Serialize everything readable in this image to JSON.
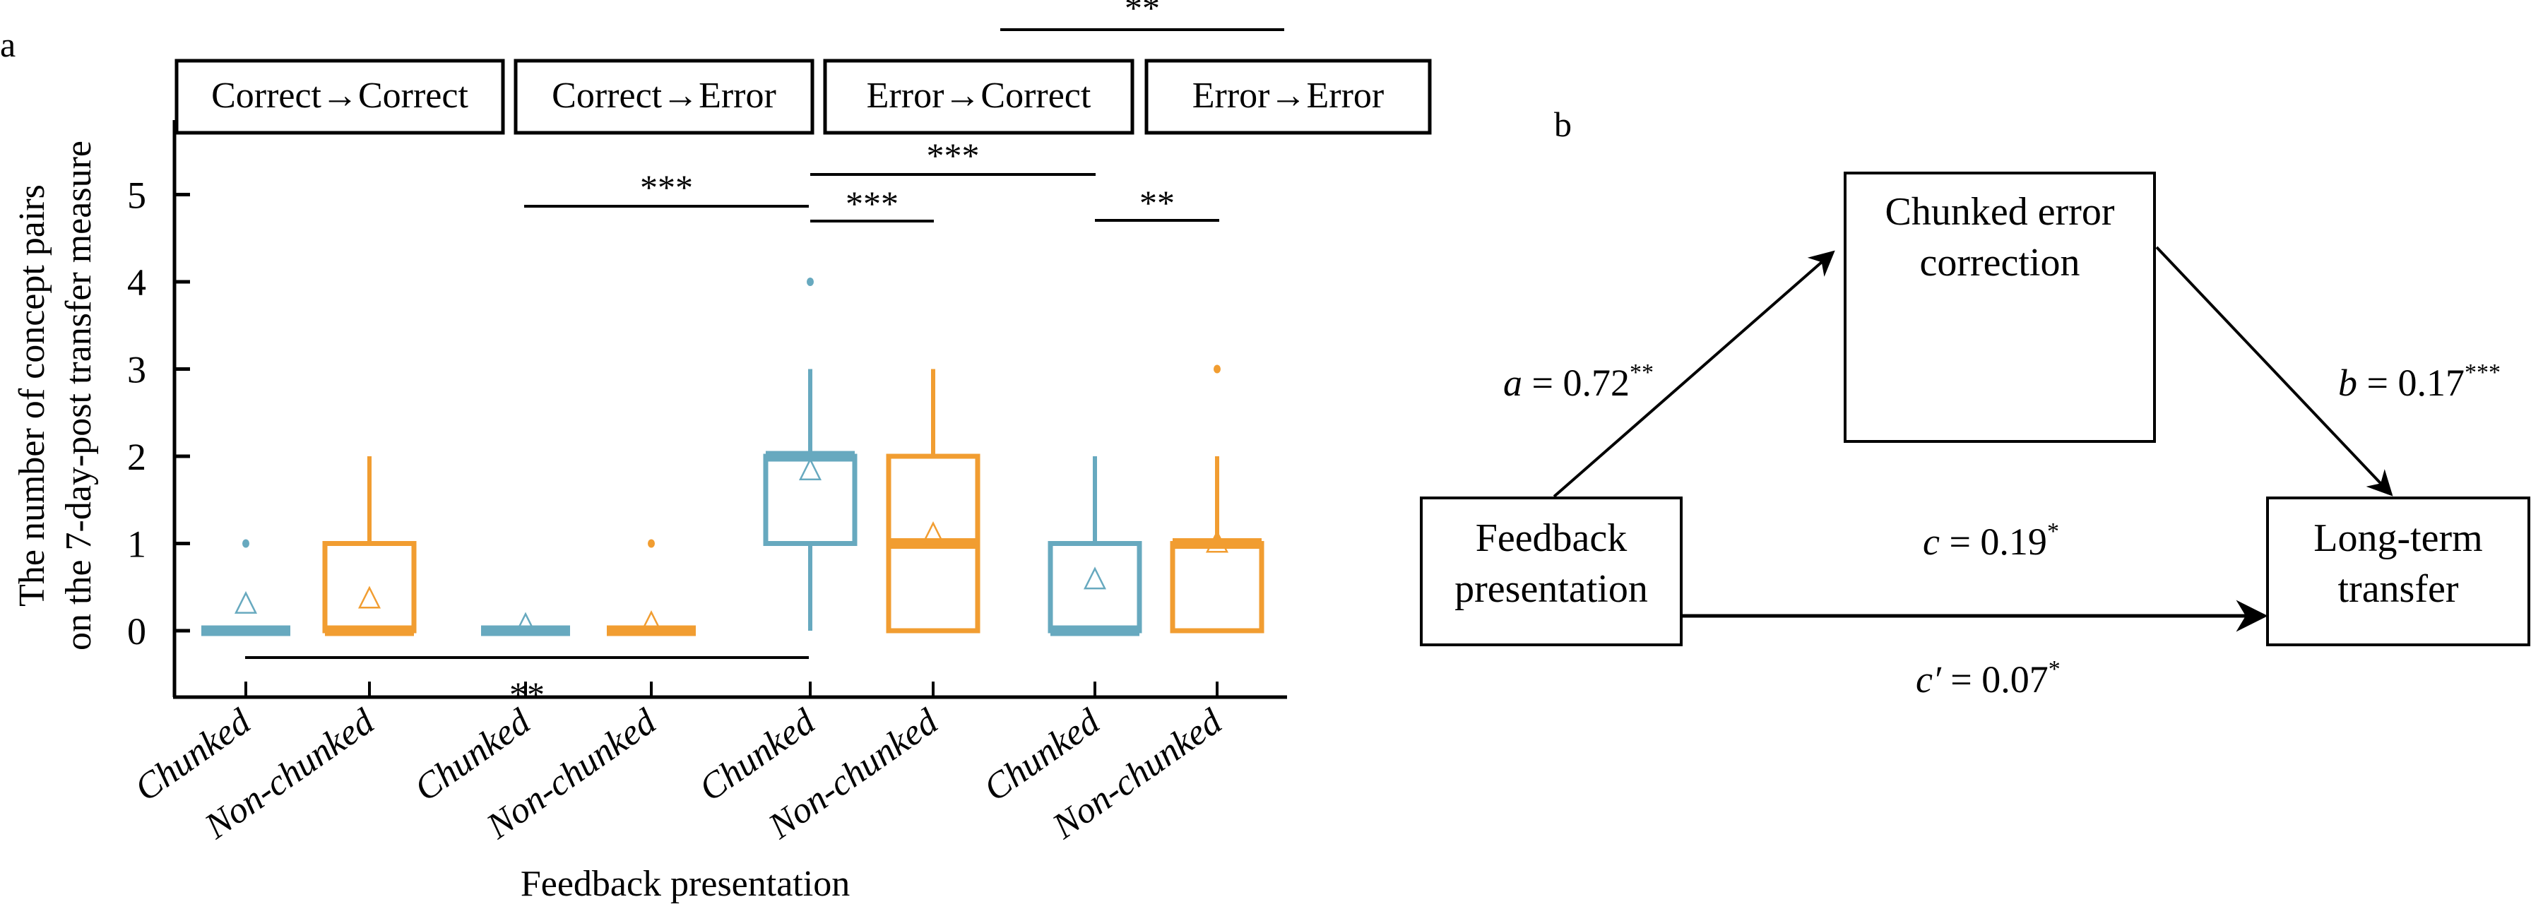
{
  "colors": {
    "chunked": "#67a9bf",
    "non_chunked": "#f19d31",
    "ink": "#000000"
  },
  "chart_data": [
    {
      "panel_label": "a",
      "type": "box",
      "title": "",
      "xlabel": "Feedback presentation",
      "ylabel_lines": [
        "The number of concept pairs",
        "on the 7-day-post transfer measure"
      ],
      "ylim": [
        -0.75,
        5.8
      ],
      "yticks": [
        "0",
        "1",
        "2",
        "3",
        "4",
        "5"
      ],
      "facets": [
        "Correct→Correct",
        "Correct→Error",
        "Error→Correct",
        "Error→Error"
      ],
      "categories": [
        "Chunked",
        "Non-chunked",
        "Chunked",
        "Non-chunked",
        "Chunked",
        "Non-chunked",
        "Chunked",
        "Non-chunked"
      ],
      "series": [
        {
          "facet": 0,
          "name": "Chunked",
          "color_key": "chunked",
          "min": 0,
          "q1": 0,
          "median": 0,
          "q3": 0,
          "max": 0,
          "mean": 0.27,
          "outliers": [
            1
          ]
        },
        {
          "facet": 0,
          "name": "Non-chunked",
          "color_key": "non_chunked",
          "min": 0,
          "q1": 0,
          "median": 0,
          "q3": 1,
          "max": 2,
          "mean": 0.33,
          "outliers": []
        },
        {
          "facet": 1,
          "name": "Chunked",
          "color_key": "chunked",
          "min": 0,
          "q1": 0,
          "median": 0,
          "q3": 0,
          "max": 0,
          "mean": 0.03,
          "outliers": []
        },
        {
          "facet": 1,
          "name": "Non-chunked",
          "color_key": "non_chunked",
          "min": 0,
          "q1": 0,
          "median": 0,
          "q3": 0,
          "max": 0,
          "mean": 0.05,
          "outliers": [
            1
          ]
        },
        {
          "facet": 2,
          "name": "Chunked",
          "color_key": "chunked",
          "min": 0,
          "q1": 1,
          "median": 2,
          "q3": 2,
          "max": 3,
          "mean": 1.8,
          "outliers": [
            4
          ]
        },
        {
          "facet": 2,
          "name": "Non-chunked",
          "color_key": "non_chunked",
          "min": 0,
          "q1": 0,
          "median": 1,
          "q3": 2,
          "max": 3,
          "mean": 1.07,
          "outliers": []
        },
        {
          "facet": 3,
          "name": "Chunked",
          "color_key": "chunked",
          "min": 0,
          "q1": 0,
          "median": 0,
          "q3": 1,
          "max": 2,
          "mean": 0.55,
          "outliers": []
        },
        {
          "facet": 3,
          "name": "Non-chunked",
          "color_key": "non_chunked",
          "min": 0,
          "q1": 0,
          "median": 1,
          "q3": 1,
          "max": 2,
          "mean": 0.97,
          "outliers": [
            3
          ]
        }
      ],
      "significance": [
        {
          "from": 2,
          "to": 4,
          "y": 5.15,
          "label": "***"
        },
        {
          "from": 4,
          "to": 6,
          "y": 5.55,
          "label": "***"
        },
        {
          "from": 4,
          "to": 5,
          "y": 4.95,
          "label": "***"
        },
        {
          "from": 6,
          "to": 7,
          "y": 4.95,
          "label": "**"
        },
        {
          "from": 0,
          "to": 4,
          "y": -0.3,
          "label": "**",
          "label_below": true
        },
        {
          "from": 5.55,
          "to": 7.55,
          "y": "above-facets",
          "label": "**"
        }
      ]
    },
    {
      "panel_label": "b",
      "type": "diagram",
      "nodes": {
        "mediator": [
          "Chunked error",
          "correction"
        ],
        "predictor": [
          "Feedback",
          "presentation"
        ],
        "outcome": [
          "Long-term",
          "transfer"
        ]
      },
      "paths": {
        "a": {
          "var": "a",
          "value": " = 0.72",
          "sig": "**"
        },
        "b": {
          "var": "b",
          "value": " = 0.17",
          "sig": "***"
        },
        "c": {
          "var": "c",
          "value": " = 0.19",
          "sig": "*"
        },
        "c_prime": {
          "var": "c′",
          "value": " = 0.07",
          "sig": "*"
        }
      }
    }
  ]
}
